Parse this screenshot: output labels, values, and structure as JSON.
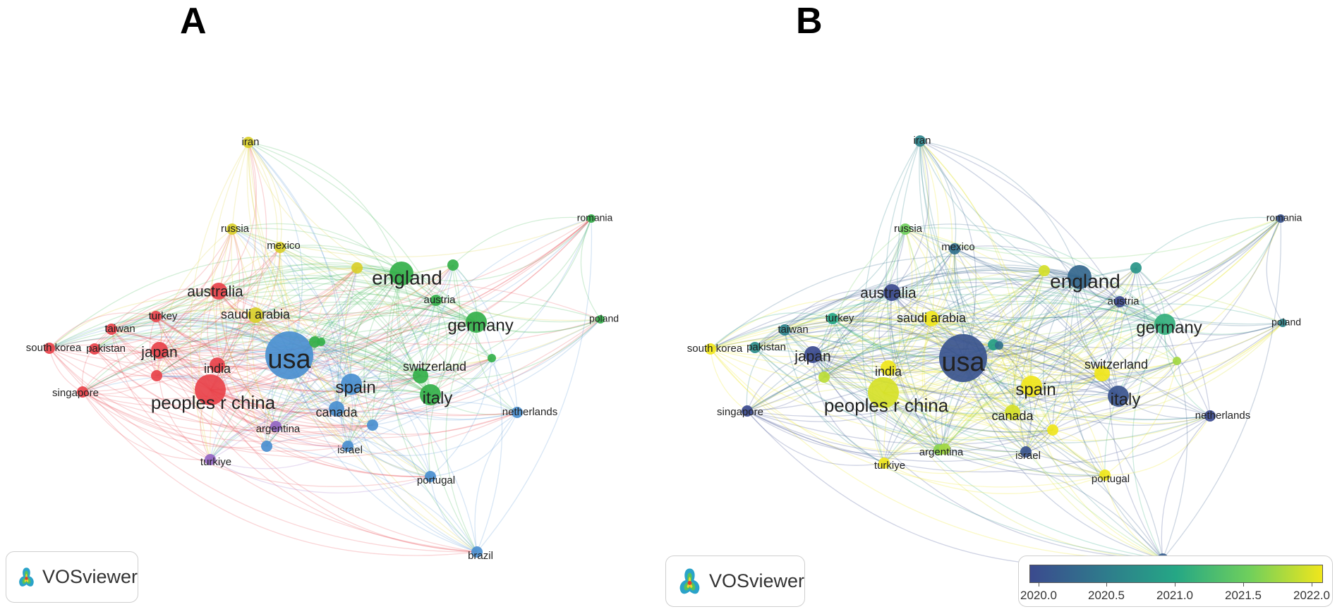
{
  "panels": [
    {
      "letter": "A",
      "view": "clusters"
    },
    {
      "letter": "B",
      "view": "overlay"
    }
  ],
  "brand": {
    "name": "VOSviewer",
    "logo_icon": "vosviewer-logo-icon"
  },
  "overlay_scale": {
    "colors": [
      "#3b4a8e",
      "#2f7a8c",
      "#25a785",
      "#6fcf5c",
      "#f0e61c"
    ],
    "ticks": [
      "2020.0",
      "2020.5",
      "2021.0",
      "2021.5",
      "2022.0"
    ],
    "range": [
      2020.0,
      2022.0
    ]
  },
  "cluster_colors": {
    "red": "#e8424a",
    "green": "#34b04a",
    "blue": "#4a8fd0",
    "yellow": "#d9cf2a",
    "purple": "#9466c4"
  },
  "nodes": [
    {
      "id": "usa",
      "label": "usa",
      "weight": 10,
      "cluster": "blue",
      "year": 2020.1
    },
    {
      "id": "peoples-r-china",
      "label": "peoples r china",
      "weight": 7,
      "cluster": "red",
      "year": 2021.9
    },
    {
      "id": "england",
      "label": "england",
      "weight": 6,
      "cluster": "green",
      "year": 2020.3
    },
    {
      "id": "italy",
      "label": "italy",
      "weight": 5,
      "cluster": "green",
      "year": 2020.1
    },
    {
      "id": "germany",
      "label": "germany",
      "weight": 5,
      "cluster": "green",
      "year": 2021.1
    },
    {
      "id": "spain",
      "label": "spain",
      "weight": 5,
      "cluster": "blue",
      "year": 2022.0
    },
    {
      "id": "australia",
      "label": "australia",
      "weight": 4,
      "cluster": "red",
      "year": 2020.0
    },
    {
      "id": "japan",
      "label": "japan",
      "weight": 4,
      "cluster": "red",
      "year": 2020.0
    },
    {
      "id": "india",
      "label": "india",
      "weight": 3,
      "cluster": "red",
      "year": 2022.0
    },
    {
      "id": "switzerland",
      "label": "switzerland",
      "weight": 3,
      "cluster": "green",
      "year": 2022.0
    },
    {
      "id": "canada",
      "label": "canada",
      "weight": 3,
      "cluster": "blue",
      "year": 2021.9
    },
    {
      "id": "saudi-arabia",
      "label": "saudi arabia",
      "weight": 3,
      "cluster": "yellow",
      "year": 2022.0
    },
    {
      "id": "austria",
      "label": "austria",
      "weight": 2,
      "cluster": "green",
      "year": 2020.0
    },
    {
      "id": "taiwan",
      "label": "taiwan",
      "weight": 2,
      "cluster": "red",
      "year": 2020.6
    },
    {
      "id": "turkey",
      "label": "turkey",
      "weight": 2,
      "cluster": "red",
      "year": 2021.0
    },
    {
      "id": "pakistan",
      "label": "pakistan",
      "weight": 2,
      "cluster": "red",
      "year": 2020.7
    },
    {
      "id": "south-korea",
      "label": "south korea",
      "weight": 2,
      "cluster": "red",
      "year": 2022.0
    },
    {
      "id": "singapore",
      "label": "singapore",
      "weight": 2,
      "cluster": "red",
      "year": 2020.0
    },
    {
      "id": "mexico",
      "label": "mexico",
      "weight": 2,
      "cluster": "yellow",
      "year": 2020.4
    },
    {
      "id": "russia",
      "label": "russia",
      "weight": 2,
      "cluster": "yellow",
      "year": 2021.5
    },
    {
      "id": "iran",
      "label": "iran",
      "weight": 2,
      "cluster": "yellow",
      "year": 2020.6
    },
    {
      "id": "argentina",
      "label": "argentina",
      "weight": 2,
      "cluster": "purple",
      "year": 2021.6
    },
    {
      "id": "turkiye",
      "label": "turkiye",
      "weight": 2,
      "cluster": "purple",
      "year": 2022.0
    },
    {
      "id": "israel",
      "label": "israel",
      "weight": 2,
      "cluster": "blue",
      "year": 2020.1
    },
    {
      "id": "portugal",
      "label": "portugal",
      "weight": 2,
      "cluster": "blue",
      "year": 2022.0
    },
    {
      "id": "netherlands",
      "label": "netherlands",
      "weight": 2,
      "cluster": "blue",
      "year": 2020.0
    },
    {
      "id": "brazil",
      "label": "brazil",
      "weight": 2,
      "cluster": "blue",
      "year": 2020.2
    },
    {
      "id": "romania",
      "label": "romania",
      "weight": 1,
      "cluster": "green",
      "year": 2020.1
    },
    {
      "id": "poland",
      "label": "poland",
      "weight": 1,
      "cluster": "green",
      "year": 2020.6
    },
    {
      "id": "unlabeled-1",
      "label": "",
      "weight": 2,
      "cluster": "yellow",
      "year": 2021.9
    },
    {
      "id": "unlabeled-2",
      "label": "",
      "weight": 2,
      "cluster": "green",
      "year": 2020.8
    },
    {
      "id": "unlabeled-3",
      "label": "",
      "weight": 2,
      "cluster": "green",
      "year": 2020.9
    },
    {
      "id": "unlabeled-4",
      "label": "",
      "weight": 2,
      "cluster": "red",
      "year": 2021.8
    },
    {
      "id": "unlabeled-5",
      "label": "",
      "weight": 2,
      "cluster": "blue",
      "year": 2022.0
    },
    {
      "id": "unlabeled-6",
      "label": "",
      "weight": 2,
      "cluster": "blue",
      "year": 2021.7
    },
    {
      "id": "unlabeled-7",
      "label": "",
      "weight": 1,
      "cluster": "green",
      "year": 2021.7
    },
    {
      "id": "unlabeled-8",
      "label": "",
      "weight": 1,
      "cluster": "green",
      "year": 2020.4
    }
  ]
}
